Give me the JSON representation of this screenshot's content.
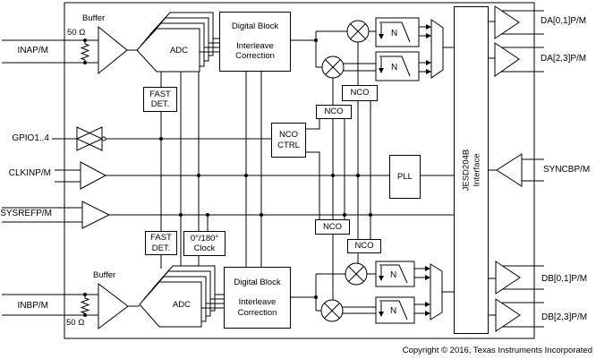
{
  "diagram": {
    "left_pins": {
      "inap": "INAP/M",
      "gpio": "GPIO1..4",
      "clkin": "CLKINP/M",
      "sysref": "SYSREFP/M",
      "inbp": "INBP/M"
    },
    "right_pins": {
      "da01": "DA[0,1]P/M",
      "da23": "DA[2,3]P/M",
      "syncb": "SYNCBP/M",
      "db01": "DB[0,1]P/M",
      "db23": "DB[2,3]P/M"
    },
    "analog": {
      "buffer": "Buffer",
      "term": "50 Ω",
      "adc": "ADC"
    },
    "blocks": {
      "digital_block_line1": "Digital Block",
      "digital_block_line2": "Interleave Correction",
      "fast_det": "FAST DET.",
      "clock_phase": "0°/180°",
      "clock_word": "Clock",
      "nco": "NCO",
      "nco_ctrl": "NCO CTRL",
      "pll": "PLL",
      "jesd_line1": "JESD204B",
      "jesd_line2": "Interface",
      "decimation": "N"
    },
    "footer": "Copyright © 2016, Texas Instruments Incorporated"
  }
}
